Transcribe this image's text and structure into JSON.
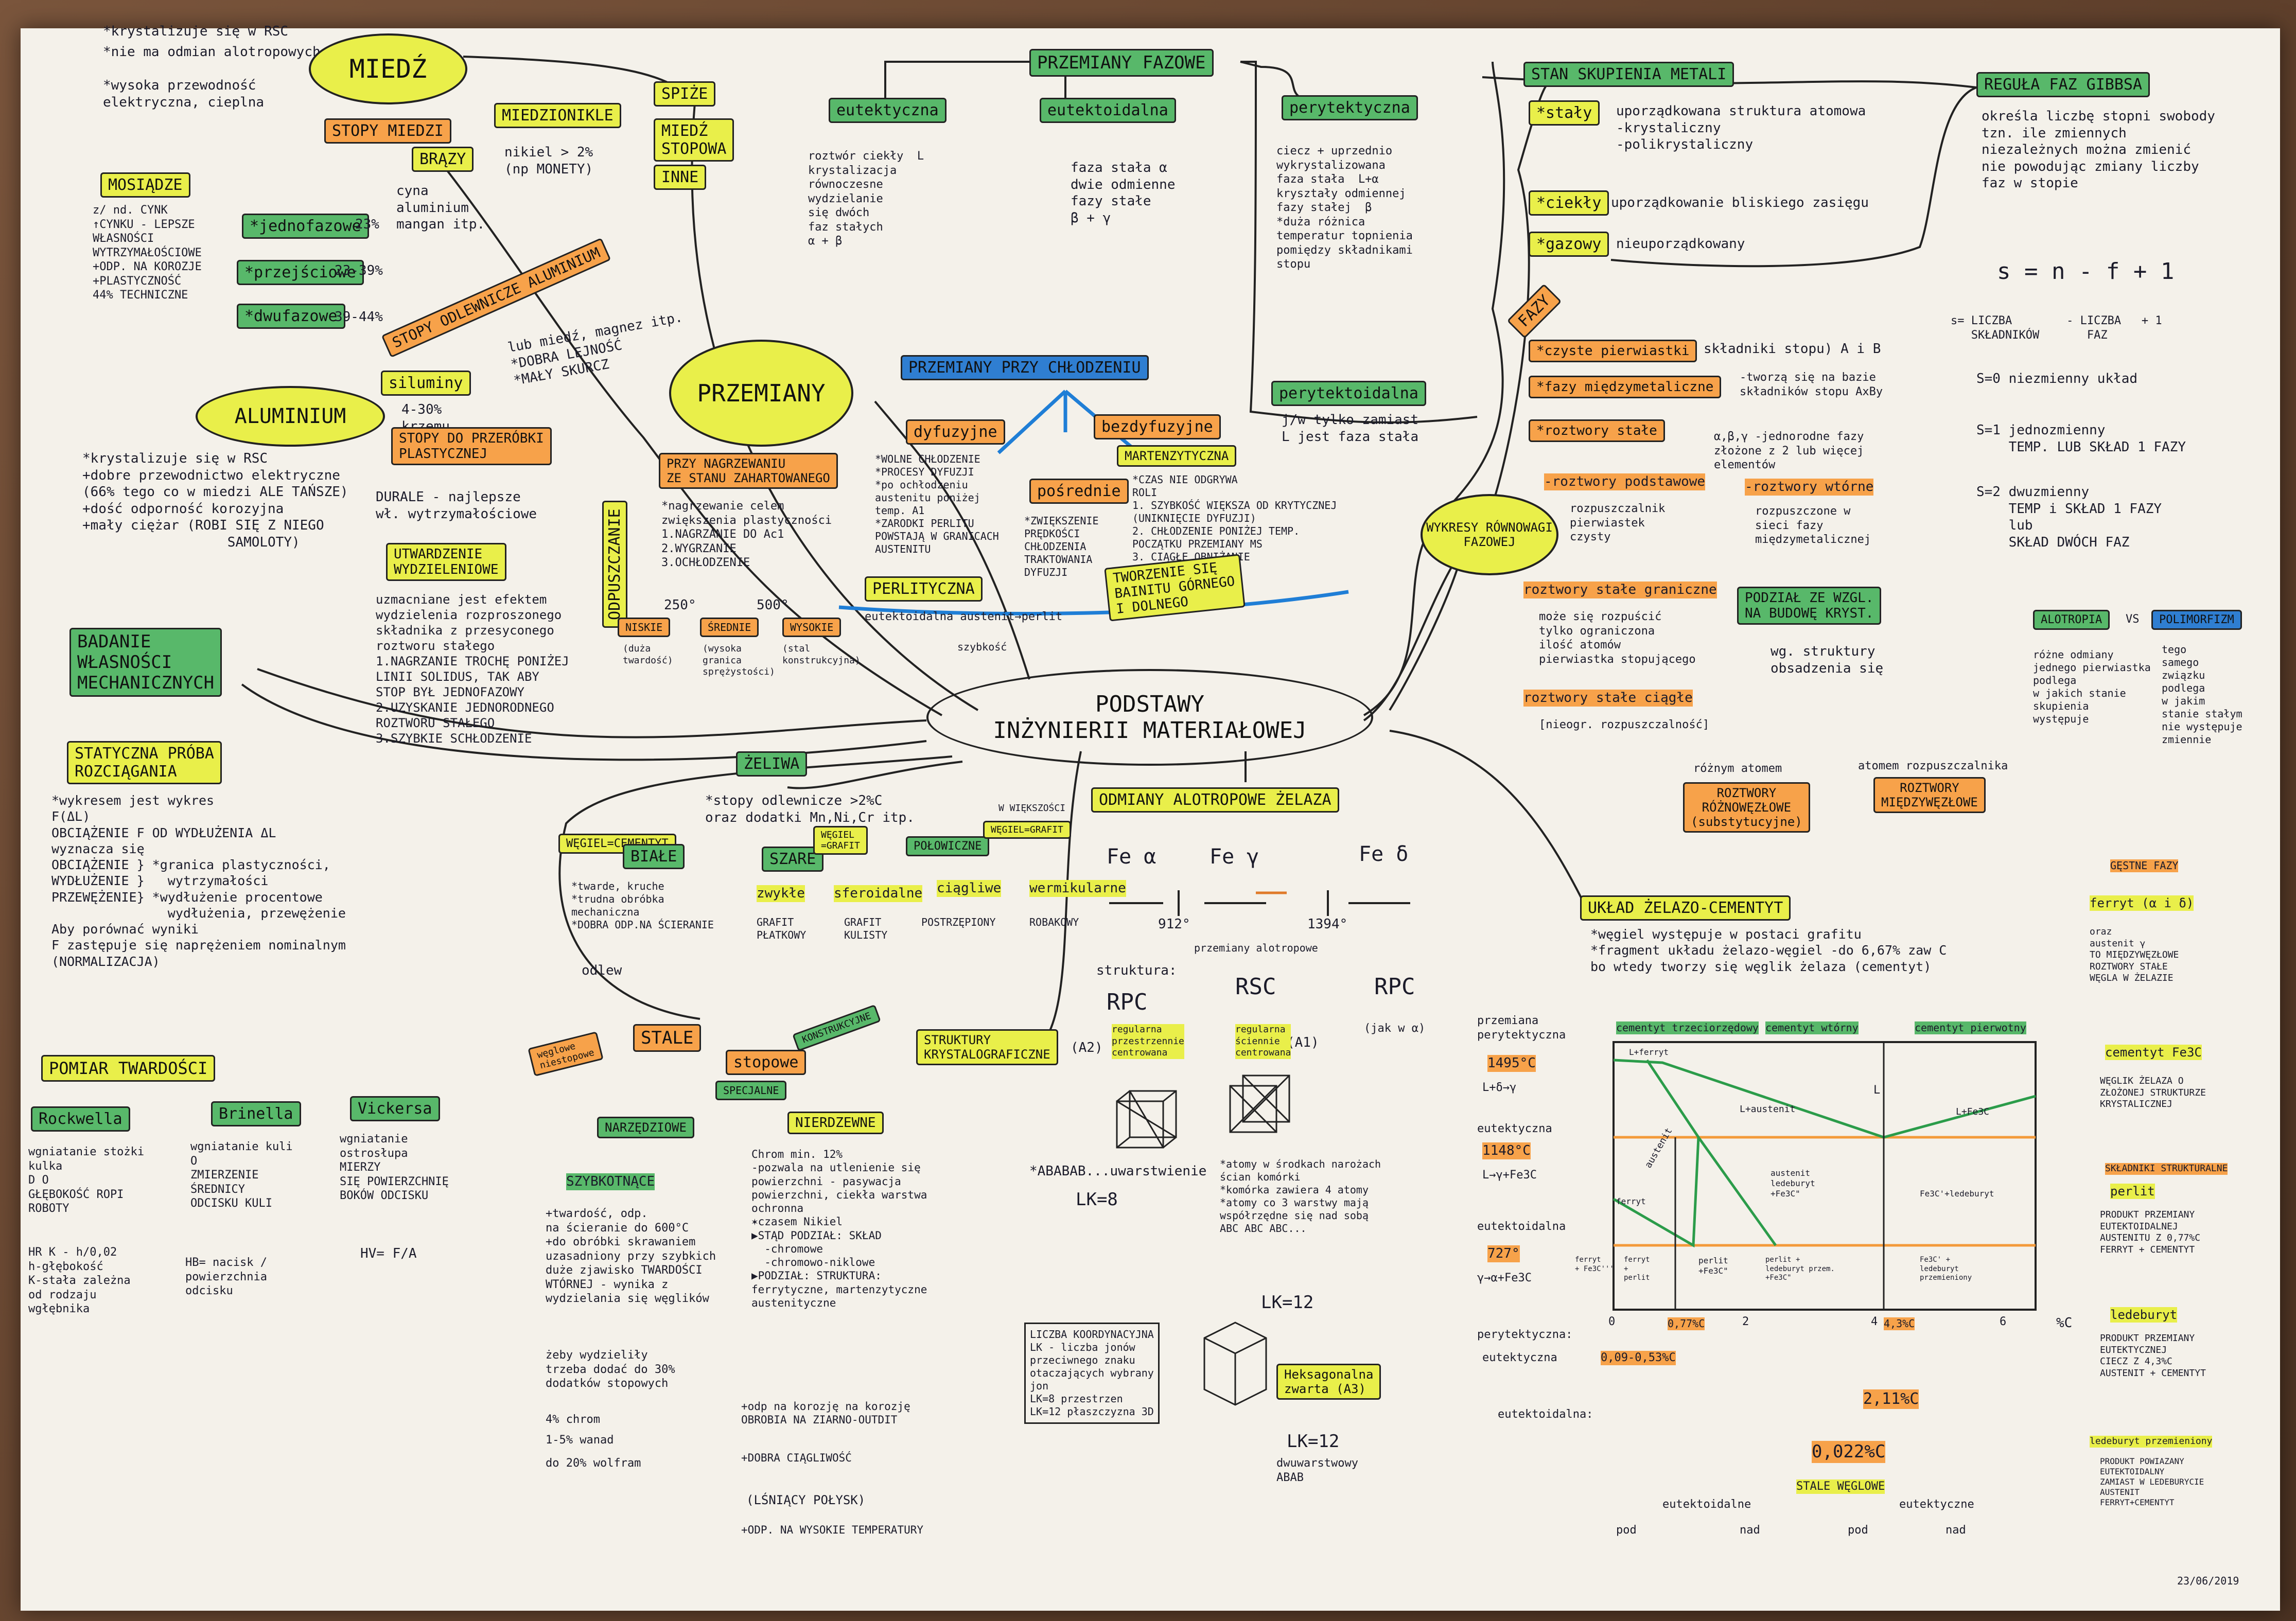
{
  "center": {
    "line1": "PODSTAWY",
    "line2": "INŻYNIERII  MATERIAŁOWEJ"
  },
  "miedz": {
    "title": "MIEDŹ",
    "props": [
      "*krystalizuje się w RSC",
      "*nie ma odmian alotropowych",
      "*wysoka przewodność elektryczna, cieplna"
    ],
    "stopy": "STOPY MIEDZI",
    "brazy": "BRĄZY",
    "brazy_desc": "cyna\naluminium\nmangan itp.",
    "miedzionikle": "MIEDZIONIKLE",
    "miedzionikle_desc": "nikiel > 2%\n(np MONETY)",
    "spize": "SPIŻE",
    "miedz_stopowa": "MIEDŹ\nSTOPOWA",
    "inne": "INNE"
  },
  "mosiadze": {
    "title": "MOSIĄDZE",
    "desc": "z/ nd. CYNK\n↑CYNKU - LEPSZE\nWŁASNOŚCI\nWYTRZYMAŁOŚCIOWE\n+ODP. NA KOROZJE\n+PLASTYCZNOŚĆ\n44% TECHNICZNE",
    "jednofazowe": "*jednofazowe",
    "jednofazowe_val": "23%",
    "przejsciowe": "*przejściowe",
    "przejsciowe_val": "23-39%",
    "dwufazowe": "*dwufazowe",
    "dwufazowe_val": "39-44%"
  },
  "aluminium": {
    "title": "ALUMINIUM",
    "props": "*krystalizuje się w RSC\n+dobre przewodnictwo elektryczne\n(66% tego co w miedzi ALE TAŃSZE)\n+dość odporność korozyjna\n+mały ciężar (ROBI SIĘ Z NIEGO\n                  SAMOLOTY)",
    "stopy_odlewnicze": "STOPY ODLEWNICZE ALUMINIUM",
    "silumin": "siluminy",
    "silumin_desc": "4-30%\nkrzemu",
    "odlew_desc": "lub miedź, magnez itp.\n*DOBRA LEJNOŚĆ\n*MAŁY SKURCZ",
    "stopy_przerobki": "STOPY DO PRZERÓBKI\nPLASTYCZNEJ",
    "durale": "DURALE - najlepsze\nwł. wytrzymałościowe",
    "utwardzanie": "UTWARDZENIE\nWYDZIELENIOWE",
    "utwardzanie_desc": "uzmacniane jest efektem\nwydzielenia rozproszonego\nskładnika z przesyconego\nroztworu stałego\n1.NAGRZANIE TROCHĘ PONIŻEJ\nLINII SOLIDUS, TAK ABY\nSTOP BYŁ JEDNOFAZOWY\n2.UZYSKANIE JEDNORODNEGO\nROZTWORU STAŁEGO\n3.SZYBKIE SCHŁODZENIE"
  },
  "badanie": {
    "title": "BADANIE\nWŁASNOŚCI\nMECHANICZNYCH",
    "statyczna": "STATYCZNA PRÓBA\nROZCIĄGANIA",
    "statyczna_desc": "*wykresem jest wykres\nF(ΔL)\nOBCIĄŻENIE F OD WYDŁUŻENIA ΔL\nwyznacza się\nOBCIĄŻENIE } *granica plastyczności,\nWYDŁUŻENIE }   wytrzymałości\nPRZEWĘŻENIE} *wydłużenie procentowe\n               wydłużenia, przewężenie\nAby porównać wyniki\nF zastępuje się naprężeniem nominalnym\n(NORMALIZACJA)",
    "pomiar": "POMIAR TWARDOŚCI",
    "rockwell": "Rockwella",
    "rockwell_desc": "wgniatanie stożki\nkulka\nD O\nGŁĘBOKOŚĆ ROPI\nROBOTY",
    "rockwell_formula": "HR K - h/0,02\nh-głębokość\nK-stała zależna\nod rodzaju\nwgłębnika",
    "brinell": "Brinella",
    "brinell_desc": "wgniatanie kuli\nO\nZMIERZENIE\nŚREDNICY\nODCISKU KULI",
    "brinell_formula": "HB= nacisk /\npowierzchnia\nodcisku",
    "vickers": "Vickersa",
    "vickers_desc": "wgniatanie\nostrosłupa\nMIERZY\nSIĘ POWIERZCHNIĘ\nBOKÓW ODCISKU",
    "vickers_formula": "HV= F/A"
  },
  "przemiany_fazowe": {
    "title": "PRZEMIANY FAZOWE",
    "eutektyczna": "eutektyczna",
    "eutektyczna_desc": "roztwór ciekły  L\nkrystalizacja\nrównoczesne\nwydzielanie\nsię dwóch\nfaz stałych\nα + β",
    "eutektoidalna": "eutektoidalna",
    "eutektoidalna_desc": "faza stała α\ndwie odmienne\nfazy stałe\nβ + γ",
    "perytektyczna": "perytektyczna",
    "perytektyczna_desc": "ciecz + uprzednio\nwykrystalizowana\nfaza stała  L+α\nkryształy odmiennej\nfazy stałej  β\n*duża różnica\ntemperatur topnienia\npomiędzy składnikami\nstopu",
    "perytektoidalna": "perytektoidalna",
    "perytektoidalna_desc": "j/w tylko zamiast\nL jest faza stała"
  },
  "przemiany": {
    "title": "PRZEMIANY",
    "przy_chlodzeniu": "PRZEMIANY PRZY CHŁODZENIU",
    "dyfuzyjne": "dyfuzyjne",
    "dyfuzyjne_desc": "*WOLNE CHŁODZENIE\n*PROCESY DYFUZJI\n*po ochłodzeniu\naustenitu poniżej\ntemp. A1\n*ZARODKI PERLITU\nPOWSTAJĄ W GRANICACH\nAUSTENITU",
    "bezdyfuzyjne": "bezdyfuzyjne",
    "martenzytyczna": "MARTENZYTYCZNA",
    "martenzytyczna_desc": "*CZAS NIE ODGRYWA\nROLI\n1. SZYBKOŚĆ WIĘKSZA OD KRYTYCZNEJ\n(UNIKNIĘCIE DYFUZJI)\n2. CHŁODZENIE PONIŻEJ TEMP.\nPOCZĄTKU PRZEMIANY MS\n3. CIĄGŁE OBNIŻANIE\nTEMP.",
    "posrednie": "pośrednie",
    "posrednie_desc": "*ZWIĘKSZENIE\nPRĘDKOŚCI\nCHŁODZENIA\nTRAKTOWANIA\nDYFUZJI",
    "perlityczna": "PERLITYCZNA",
    "perlityczna_desc": "eutektoidalna austenit→perlit",
    "szybkosc": "szybkość",
    "tworzenie": "TWORZENIE SIĘ\nBAINITU GÓRNEGO\nI DOLNEGO",
    "przy_nagrzewaniu": "PRZY NAGRZEWANIU\nZE STANU ZAHARTOWANEGO",
    "odpuszczanie": "ODPUSZCZANIE",
    "odpuszczanie_desc": "*nagrzewanie celem\nzwiększenia plastyczności\n1.NAGRZANIE DO Ac1\n2.WYGRZANIE\n3.OCHŁODZENIE",
    "temps": [
      "250°",
      "500°"
    ],
    "niskie": "NISKIE",
    "srednie": "ŚREDNIE",
    "wysokie": "WYSOKIE",
    "niskie_desc": "(duża\ntwardość)",
    "srednie_desc": "(wysoka\ngranica\nsprężystości)",
    "wysokie_desc": "(stal\nkonstrukcyjna)"
  },
  "stan_skupienia": {
    "title": "STAN SKUPIENIA METALI",
    "staly": "*stały",
    "staly_desc": "uporządkowana struktura atomowa\n-krystaliczny\n-polikrystaliczny",
    "ciekly": "*ciekły",
    "ciekly_desc": "uporządkowanie bliskiego zasięgu",
    "gazowy": "*gazowy",
    "gazowy_desc": "nieuporządkowany"
  },
  "fazy": {
    "title": "FAZY",
    "czyste": "*czyste pierwiastki",
    "czyste_desc": "składniki stopu) A i B",
    "miedzymetaliczne": "*fazy międzymetaliczne",
    "miedzymetaliczne_desc": "-tworzą się na bazie\nskładników stopu AxBy",
    "roztwory": "*roztwory stałe",
    "roztwory_desc": "α,β,γ -jednorodne fazy\nzłożone z 2 lub więcej\nelementów",
    "podstawowe": "-roztwory podstawowe",
    "podstawowe_desc": "rozpuszczalnik\npierwiastek\nczysty",
    "wtorne": "-roztwory wtórne",
    "wtorne_desc": "rozpuszczone w\nsieci fazy\nmiędzymetalicznej",
    "graniczne": "roztwory stałe graniczne",
    "graniczne_desc": "może się rozpuścić\ntylko ograniczona\nilość atomów\npierwiastka stopującego",
    "ciagle": "roztwory stałe ciągłe",
    "ciagle_desc": "[nieogr. rozpuszczalność]",
    "podzial": "PODZIAŁ ZE WZGL.\nNA BUDOWĘ KRYST.",
    "podzial_desc": "wg. struktury\nobsadzenia się",
    "roznowezlowe_note": "różnym atomem",
    "roznowezlowe": "ROZTWORY\nRÓŻNOWĘZŁOWE\n(substytucyjne)",
    "miedzywezlowe_note": "atomem rozpuszczalnika",
    "miedzywezlowe": "ROZTWORY\nMIĘDZYWĘZŁOWE",
    "wykresy": "WYKRESY\nRÓWNOWAGI\nFAZOWEJ"
  },
  "gibbs": {
    "title": "REGUŁA FAZ GIBBSA",
    "desc": "określa liczbę stopni swobody\ntzn. ile zmiennych\nniezależnych można zmienić\nnie powodując zmiany liczby\nfaz w stopie",
    "formula": "s = n - f + 1",
    "formula2": "s= LICZBA        - LICZBA   + 1\n   SKŁADNIKÓW       FAZ",
    "s0": "S=0 niezmienny układ",
    "s1": "S=1 jednozmienny\n    TEMP. LUB SKŁAD 1 FAZY",
    "s2": "S=2 dwuzmienny\n    TEMP i SKŁAD 1 FAZY\n    lub\n    SKŁAD DWÓCH FAZ"
  },
  "alotropia": {
    "title": "ALOTROPIA",
    "vs": "VS",
    "polimorfizm": "POLIMORFIZM",
    "desc1": "różne odmiany\njednego pierwiastka\npodlega\nw jakich stanie\nskupienia\nwystępuje",
    "desc2": "tego\nsamego\nzwiązku\npodlega\nw jakim\nstanie stałym\nnie występuje\nzmiennie"
  },
  "zeliwa": {
    "title": "ŻELIWA",
    "desc": "*stopy odlewnicze >2%C\noraz dodatki Mn,Ni,Cr itp.",
    "wegiel": "WĘGIEL=CEMENTYT",
    "biale": "BIAŁE",
    "biale_desc": "*twarde, kruche\n*trudna obróbka\nmechaniczna\n*DOBRA ODP.NA ŚCIERANIE",
    "odlew": "odlew",
    "szare": "SZARE",
    "wegiel_grafit": "WĘGIEL\n=GRAFIT",
    "polowiczne": "POŁOWICZNE",
    "w_wiekszosci": "W WIĘKSZOŚCI",
    "wegiel_grafit2": "WĘGIEL=GRAFIT",
    "zwykle": "zwykłe",
    "sferoidalne": "sferoidalne",
    "ciagliwe": "ciągliwe",
    "wermikularne": "wermikularne",
    "zwykle_desc": "GRAFIT\nPŁATKOWY",
    "sferoidalne_desc": "GRAFIT\nKULISTY",
    "ciagliwe_desc": "POSTRZĘPIONY",
    "wermikularne_desc": "ROBAKOWY"
  },
  "odmiany": {
    "title": "ODMIANY ALOTROPOWE ŻELAZA",
    "fea": "Fe α",
    "fey": "Fe γ",
    "fed": "Fe δ",
    "t1": "912°",
    "t2": "1394°",
    "przemiany": "przemiany alotropowe",
    "struktura": "struktura:",
    "rpc": "RPC",
    "rsc": "RSC",
    "rpc2": "RPC",
    "jak_wa": "(jak w α)"
  },
  "struktury": {
    "title": "STRUKTURY\nKRYSTALOGRAFICZNE",
    "a2_label": "(A2)",
    "a2": "regularna\nprzestrzennie\ncentrowana",
    "a1_label": "(A1)",
    "a1": "regularna\nściennie\ncentrowana",
    "ababab": "*ABABAB...uwarstwienie",
    "lk8": "LK=8",
    "a1_desc": "*atomy w środkach narożach\nścian komórki\n*komórka zawiera 4 atomy\n*atomy co 3 warstwy mają\nwspółrzędne się nad sobą\nABC ABC ABC...",
    "lk12": "LK=12",
    "liczba_box": "LICZBA KOORDYNACYJNA\nLK - liczba jonów\nprzeciwnego znaku\notaczających wybrany\njon\nLK=8 przestrzen\nLK=12 płaszczyzna 3D",
    "heksa": "Heksagonalna\nzwarta (A3)",
    "lk12b": "LK=12",
    "heksa_desc": "dwuwarstwowy\nABAB"
  },
  "stale": {
    "title": "STALE",
    "weglowe": "węglowe\nniestopowe",
    "stopowe": "stopowe",
    "konstrukcyjne": "KONSTRUKCYJNE",
    "specjalne": "SPECJALNE",
    "narzedziowe": "NARZĘDZIOWE",
    "szybkotnace": "SZYBKOTNĄCE",
    "szybkotnace_desc": "+twardość, odp.\nna ścieranie do 600°C\n+do obróbki skrawaniem\nuzasadniony przy szybkich\nduże zjawisko TWARDOŚCI\nWTÓRNEJ - wynika z\nwydzielania się węglików",
    "dodatki": "żeby wydzieliły\ntrzeba dodać do 30%\ndodatków stopowych",
    "d1": "4% chrom",
    "d2": "1-5% wanad",
    "d3": "do 20% wolfram",
    "nierdzewne": "NIERDZEWNE",
    "nierdzewne_desc": "Chrom min. 12%\n-pozwala na utlenienie się\npowierzchni - pasywacja\npowierzchni, ciekła warstwa\nochronna\n✶czasem Nikiel\n▶STĄD PODZIAŁ: SKŁAD\n  -chromowe\n  -chromowo-niklowe\n▶PODZIAŁ: STRUKTURA:\nferrytyczne, martenzytyczne\naustenityczne",
    "p1": "+odp na korozję na korozję\nOBROBIA NA ZIARNO-OUTDIT",
    "p2": "+DOBRA CIĄGLIWOŚĆ",
    "p3": "(LŚNIĄCY POŁYSK)",
    "p4": "+ODP. NA WYSOKIE TEMPERATURY"
  },
  "uklad": {
    "title": "UKŁAD ŻELAZO-CEMENTYT",
    "desc": "*węgiel występuje w postaci grafitu\n*fragment układu żelazo-węgiel -do 6,67% zaw C\nbo wtedy tworzy się węglik żelaza (cementyt)",
    "cem_trzeciorzedowy": "cementyt trzeciorzędowy",
    "cem_wtorny": "cementyt wtórny",
    "cem_pierwotny": "cementyt pierwotny",
    "peryt": "przemiana\nperytektyczna",
    "peryt_t": "1495°C",
    "peryt_r": "L+δ→γ",
    "eut": "eutektyczna",
    "eut_t": "1148°C",
    "eut_r": "L→γ+Fe3C",
    "eutd": "eutektoidalna",
    "eutd_t": "727°",
    "eutd_r": "γ→α+Fe3C",
    "region_labels": [
      "L+ferryt",
      "ferryt",
      "austenit",
      "L+austenit",
      "L",
      "L+Fe3C",
      "austenit\nledeburyt\n+Fe3C\"",
      "Fe3C'+ledeburyt",
      "perlit\n+Fe3C\"",
      "ferryt\n+\nperlit",
      "perlit +\nledeburyt przem.\n+Fe3C\"",
      "Fe3C' +\nledeburyt\nprzemieniony",
      "ferryt\n+ Fe3C'''"
    ],
    "axis": [
      "0",
      "2",
      "4",
      "6",
      "%C"
    ],
    "ax_pts": [
      "0,77%C",
      "4,3%C"
    ],
    "perytektyczna_b": "perytektyczna:",
    "eutektyczna_b": "eutektyczna",
    "perytektyczna_v": "0,09-0,53%C",
    "eutektyczna_v": "2,11%C",
    "eutektoidalna_b": "eutektoidalna:",
    "eutektoidalna_v": "0,022%C",
    "stale_weglowe": "STALE WĘGLOWE",
    "eutektoidalne": "eutektoidalne",
    "eutektyczne": "eutektyczne",
    "pod": "pod",
    "nad": "nad",
    "pod2": "pod",
    "nad2": "nad",
    "signature": "23/06/2019"
  },
  "legend_right": {
    "title": "GĘSTNE FAZY",
    "ferryt": "ferryt (α i δ)",
    "ferryt_desc": "oraz\naustenit γ\nTO MIĘDZYWĘZŁOWE\nROZTWORY STAŁE\nWĘGLA W ŻELAZIE",
    "cementyt": "cementyt Fe3C",
    "cementyt_desc": "WĘGLIK ŻELAZA O\nZŁOŻONEJ STRUKTURZE\nKRYSTALICZNEJ",
    "skladniki": "SKŁADNIKI STRUKTURALNE",
    "perlit": "perlit",
    "perlit_desc": "PRODUKT PRZEMIANY\nEUTEKTOIDALNEJ\nAUSTENITU Z 0,77%C\nFERRYT + CEMENTYT",
    "ledeburyt": "ledeburyt",
    "ledeburyt_desc": "PRODUKT PRZEMIANY\nEUTEKTYCZNEJ\nCIECZ Z 4,3%C\nAUSTENIT + CEMENTYT",
    "led_przem": "ledeburyt przemieniony",
    "led_przem_desc": "PRODUKT POWIAZANY\nEUTEKTOIDALNY\nZAMIAST W LEDEBURYCIE\nAUSTENIT\nFERRYT+CEMENTYT"
  }
}
